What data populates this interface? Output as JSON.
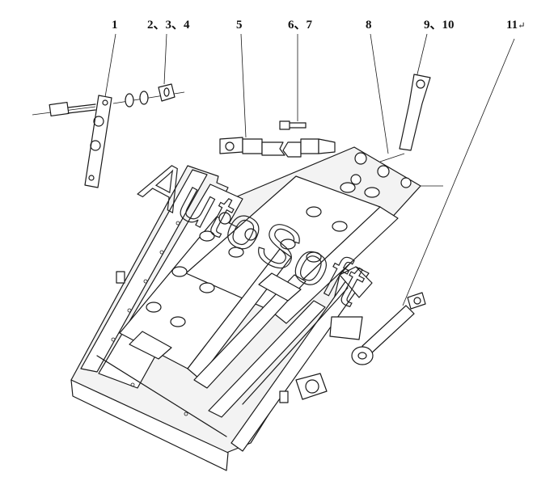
{
  "callouts": {
    "c1": "1",
    "c2": "2、3、4",
    "c3": "5",
    "c4": "6、7",
    "c5": "8",
    "c6": "9、10",
    "c7": "11"
  },
  "corner_mark": "↵",
  "watermark": "AutoSoft"
}
